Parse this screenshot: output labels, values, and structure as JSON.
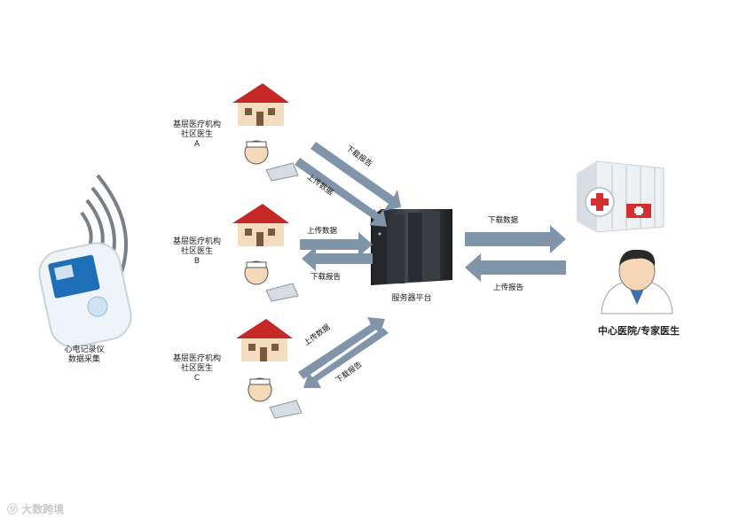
{
  "clinics": [
    {
      "line1": "基层医疗机构",
      "line2": "社区医生",
      "line3": "A"
    },
    {
      "line1": "基层医疗机构",
      "line2": "社区医生",
      "line3": "B"
    },
    {
      "line1": "基层医疗机构",
      "line2": "社区医生",
      "line3": "C"
    }
  ],
  "arrows": {
    "a_down": "下载报告",
    "a_up": "上传数据",
    "b_up": "上传数据",
    "b_down": "下载报告",
    "c_up": "上传数据",
    "c_down": "下载报告",
    "hosp_down": "下载数据",
    "hosp_up": "上传报告"
  },
  "device": {
    "line1": "心电记录仪",
    "line2": "数据采集"
  },
  "server": {
    "label": "服务器平台"
  },
  "hospital": {
    "label": "中心医院/专家医生"
  },
  "watermark": {
    "text": "大数跨境"
  },
  "colors": {
    "arrow": "#8095a9",
    "roof": "#c62828",
    "wall": "#f3dcc0",
    "server": "#2e2f33"
  }
}
